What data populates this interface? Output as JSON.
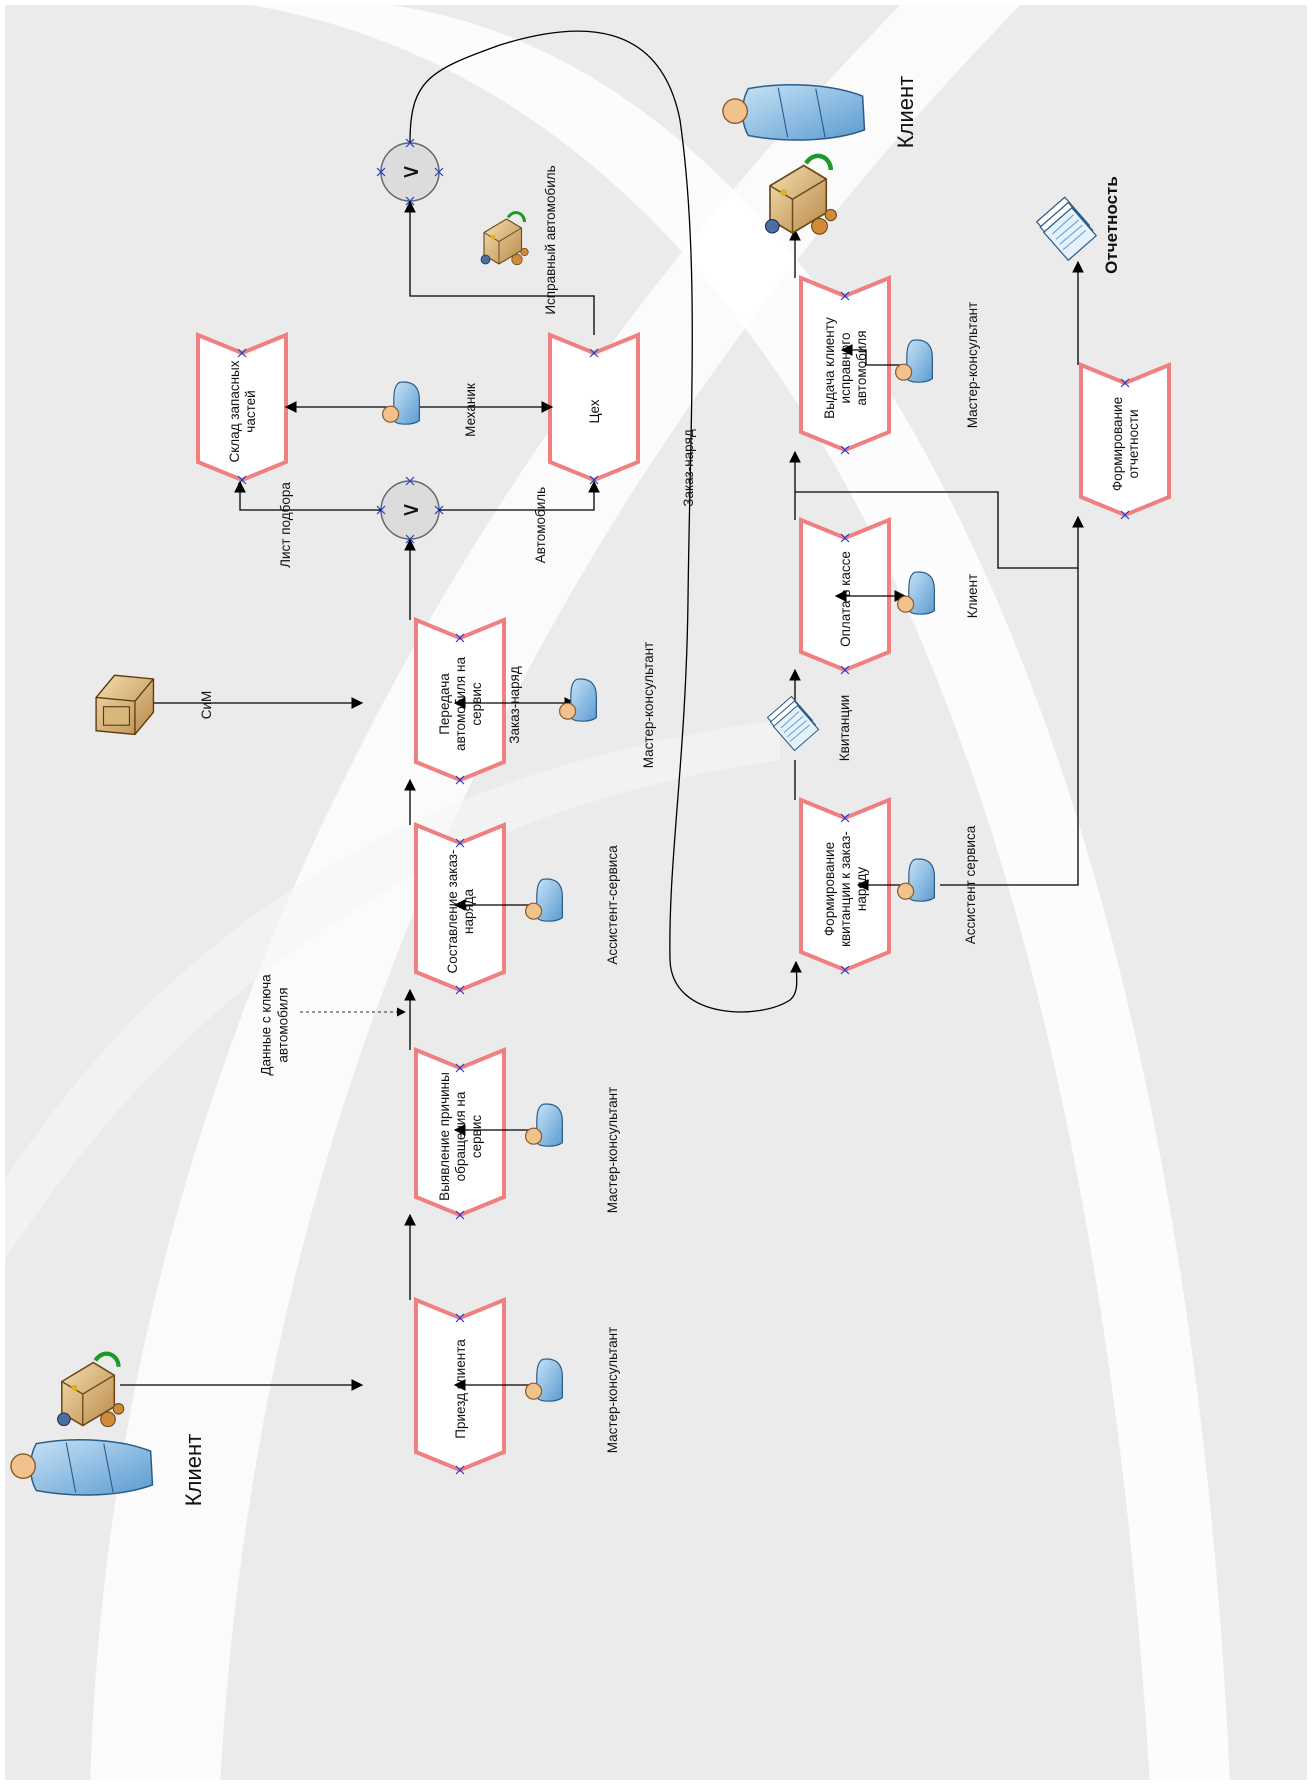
{
  "diagram": {
    "functions": [
      {
        "id": "f1",
        "text": "Приезд клиента",
        "lines": [
          "Приезд клиента"
        ]
      },
      {
        "id": "f2",
        "text": "Выявление причины обращения на сервис",
        "lines": [
          "Выявление причины",
          "обращения на",
          "сервис"
        ]
      },
      {
        "id": "f3",
        "text": "Составление заказ-наряда",
        "lines": [
          "Составление заказ-",
          "наряда"
        ]
      },
      {
        "id": "f4",
        "text": "Передача автомобиля на сервис",
        "lines": [
          "Передача",
          "автомобиля на",
          "сервис"
        ]
      },
      {
        "id": "f5",
        "text": "Склад запасных частей",
        "lines": [
          "Склад запасных",
          "частей"
        ]
      },
      {
        "id": "f6",
        "text": "Цех",
        "lines": [
          "Цех"
        ]
      },
      {
        "id": "f7",
        "text": "Формирование квитанции к заказ-наряду",
        "lines": [
          "Формирование",
          "квитанции к заказ-",
          "наряду"
        ]
      },
      {
        "id": "f8",
        "text": "Оплата в кассе",
        "lines": [
          "Оплата в кассе"
        ]
      },
      {
        "id": "f9",
        "text": "Выдача клиенту исправного автомобиля",
        "lines": [
          "Выдача клиенту",
          "исправного",
          "автомобиля"
        ]
      },
      {
        "id": "f10",
        "text": "Формирование отчетности",
        "lines": [
          "Формирование",
          "отчетности"
        ]
      }
    ],
    "operators": [
      {
        "id": "o1",
        "symbol": "∨"
      },
      {
        "id": "o2",
        "symbol": "∨"
      }
    ],
    "roles": {
      "r1": "Мастер-консультант",
      "r2": "Мастер-консультант",
      "r3": "Ассистент-сервиса",
      "r4": "Мастер-консультант",
      "r5": "Механик",
      "r6": "Ассистент сервиса",
      "r7": "Клиент",
      "r8": "Мастер-консультант"
    },
    "labels": {
      "client_left": "Клиент",
      "client_right": "Клиент",
      "reporting": "Отчетность",
      "key_data": [
        "Данные с ключа",
        "автомобиля"
      ],
      "sim": "СиМ",
      "order_doc": "Заказ-наряд",
      "order_flow": "Заказ-наряд",
      "pick_list": "Лист подбора",
      "car": "Автомобиль",
      "good_car": "Исправный автомобиль",
      "receipts": "Квитанции"
    },
    "colors": {
      "function_border": "#f08080",
      "background_arc": "#ebebeb",
      "person_body": "#8fc3e8",
      "person_head": "#f2c28c",
      "connector": "#000000",
      "anchor_marker": "#2040d0"
    }
  }
}
